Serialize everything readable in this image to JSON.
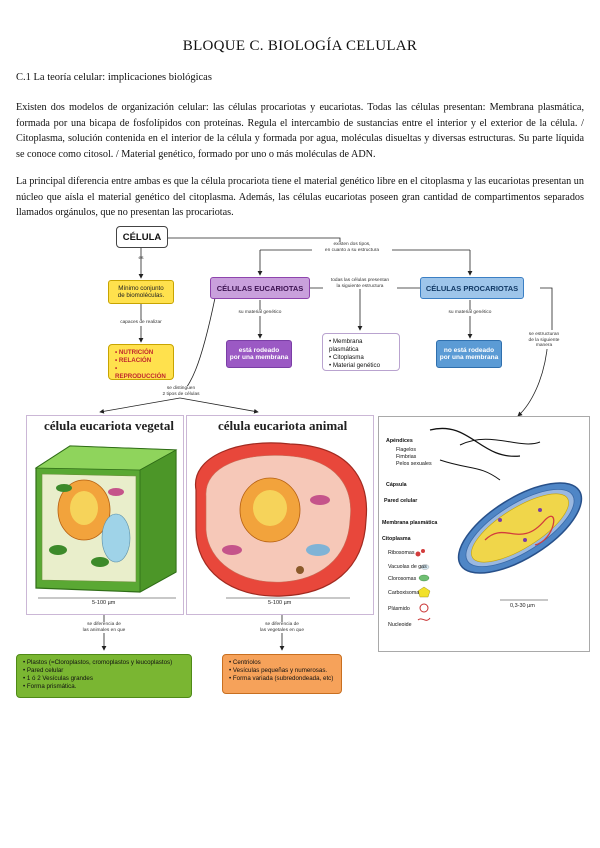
{
  "title": "BLOQUE C. BIOLOGÍA CELULAR",
  "section": "C.1 La teoría celular: implicaciones biológicas",
  "paragraph1": "Existen dos modelos de organización celular: las células procariotas y eucariotas. Todas las células presentan: Membrana plasmática, formada por una bicapa de fosfolípidos con proteínas. Regula el intercambio de sustancias entre el interior y el exterior de la célula. / Citoplasma, solución contenida en el interior de la célula y formada por agua, moléculas disueltas y diversas estructuras. Su parte líquida se conoce como citosol. / Material genético, formado por uno o más moléculas de ADN.",
  "paragraph2": "La principal diferencia entre ambas es que la célula procariota tiene el material genético libre en el citoplasma y las eucariotas presentan un núcleo que aísla el material genético del citoplasma. Además, las células eucariotas poseen gran cantidad de compartimentos separados llamados orgánulos, que no presentan las procariotas.",
  "map": {
    "celula": "CÉLULA",
    "es": "es",
    "existen": "existen dos tipos,\nen cuanto a su estructura",
    "minimo": "Mínimo conjunto\nde biomoléculas.",
    "capaces": "capaces de realizar",
    "funciones": [
      "NUTRICIÓN",
      "RELACIÓN",
      "REPRODUCCIÓN"
    ],
    "eucariotas": "CÉLULAS EUCARIOTAS",
    "procariotas": "CÉLULAS PROCARIOTAS",
    "todas": "todas las células presentan\nla siguiente estructura",
    "comun": [
      "Membrana plasmática",
      "Citoplasma",
      "Material genético"
    ],
    "su_material_1": "su material genético",
    "su_material_2": "su material genético",
    "rodeado": "está rodeado\npor una membrana",
    "no_rodeado": "no está rodeado\npor una membrana",
    "se_estructuran": "se estructuran\nde la siguiente\nmanera",
    "distinguen": "se distinguen\n2 tipos de células",
    "vegetal_title": "célula eucariota vegetal",
    "animal_title": "célula eucariota animal",
    "vegetal_scale": "5-100 µm",
    "animal_scale": "5-100 µm",
    "diferencia_veg": "se diferencia de\nlas animales en que",
    "diferencia_ani": "se diferencia de\nlas vegetales en que",
    "vegetal_list": [
      "Plastos (=Cloroplastos, cromoplastos y leucoplastos)",
      "Pared celular",
      "1 ó 2 Vesículas grandes",
      "Forma prismática."
    ],
    "animal_list": [
      "Centriolos",
      "Vesículas pequeñas y numerosas.",
      "Forma variada (subredondeada, etc)"
    ],
    "pro_labels": {
      "apendices": "Apéndices",
      "apendices_items": [
        "Flagelos",
        "Fimbrias",
        "Pelos sexuales"
      ],
      "capsula": "Cápsula",
      "pared": "Pared celular",
      "membrana": "Membrana plasmática",
      "citoplasma": "Citoplasma",
      "citoplasma_items": [
        "Ribosomas",
        "Vacuolas de gas",
        "Clorosomas",
        "Carboxisoma",
        "Plásmido",
        "Nucleoide"
      ],
      "scale": "0,3-30 µm"
    }
  },
  "colors": {
    "yellow": "#ffe14d",
    "purple": "#9b59c4",
    "blue": "#5b9bd5",
    "green": "#7ab632",
    "orange": "#f6a25a"
  }
}
